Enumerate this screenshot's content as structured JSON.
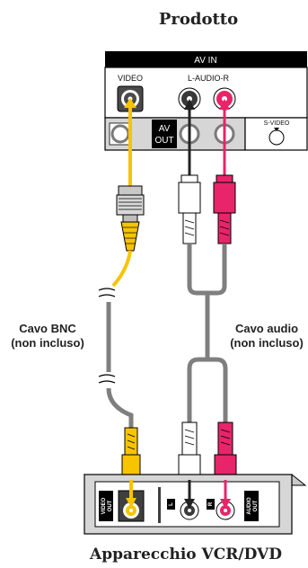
{
  "header": {
    "title": "Prodotto"
  },
  "panel": {
    "av_in_label": "AV IN",
    "video_label": "VIDEO",
    "audio_label": "L-AUDIO-R",
    "av_out_line1": "AV",
    "av_out_line2": "OUT",
    "svideo_label": "S-VIDEO"
  },
  "cables": {
    "bnc_line1": "Cavo BNC",
    "bnc_line2": "(non incluso)",
    "audio_line1": "Cavo audio",
    "audio_line2": "(non incluso)"
  },
  "device": {
    "video_out_line1": "VIDEO",
    "video_out_line2": "OUT",
    "left_label": "L",
    "right_label": "R",
    "audio_out_line1": "AUDIO",
    "audio_out_line2": "OUT",
    "name": "Apparecchio VCR/DVD"
  },
  "colors": {
    "video": "#f7c400",
    "audio_left": "#222222",
    "audio_right": "#e8246a",
    "cable": "#7f7f7f",
    "panel": "#d6d6d6"
  }
}
